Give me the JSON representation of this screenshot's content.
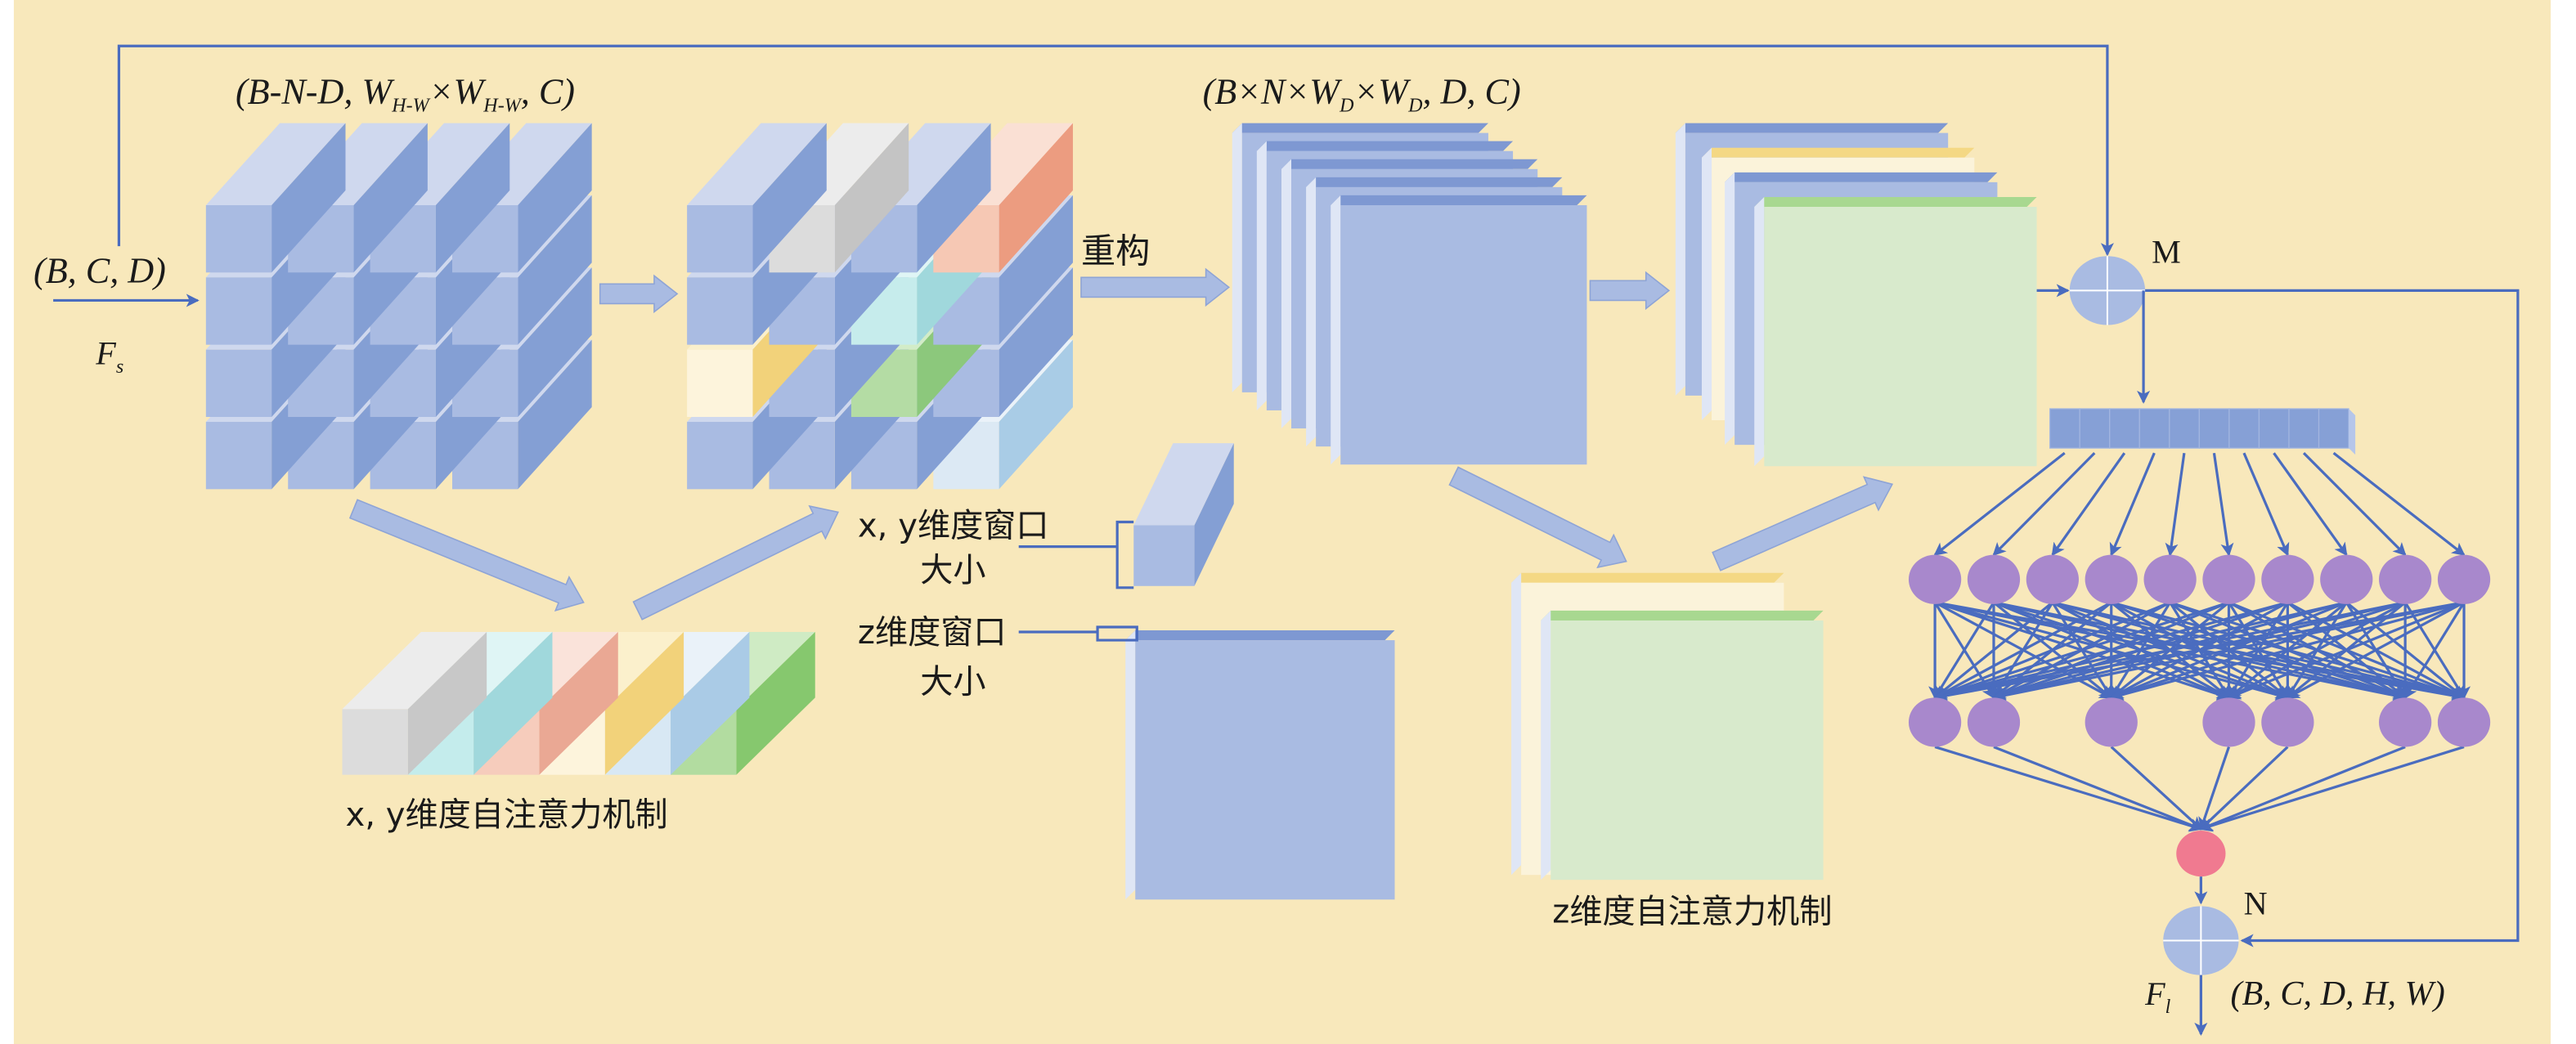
{
  "labels": {
    "input_shape": "(B, C, D)",
    "input_name": "F",
    "input_name_sub": "s",
    "grid_shape": {
      "p1": "(B-N-D, W",
      "s1": "H-W",
      "p2": "×W",
      "s2": "H-W",
      "p3": ", C)"
    },
    "reshape": "重构",
    "stack_shape": {
      "p1": "(B×N×W",
      "s1": "D",
      "p2": "×W",
      "s2": "D",
      "p3": ", D, C)"
    },
    "xy_window_line1": "x, y维度窗口",
    "xy_window_line2": "大小",
    "z_window_line1": "z维度窗口",
    "z_window_line2": "大小",
    "xy_attention": "x, y维度自注意力机制",
    "z_attention": "z维度自注意力机制",
    "merge_m": "M",
    "merge_n": "N",
    "output_name": "F",
    "output_name_sub": "l",
    "output_shape": "(B, C, D, H, W)"
  },
  "network": {
    "bar_cells": 10,
    "layer1_nodes": 10,
    "layer2_nodes": 7,
    "output_nodes": 1
  },
  "colors": {
    "background": "#f8e8bb",
    "line": "#4a6cbf",
    "box_front": "#a9bbe2",
    "box_top": "#cfd8ee",
    "box_side": "#849fd4",
    "neuron": "#a888cc",
    "output_neuron": "#f07a90",
    "green_front": "#d8eacc",
    "yellow_top": "#f4d884"
  }
}
